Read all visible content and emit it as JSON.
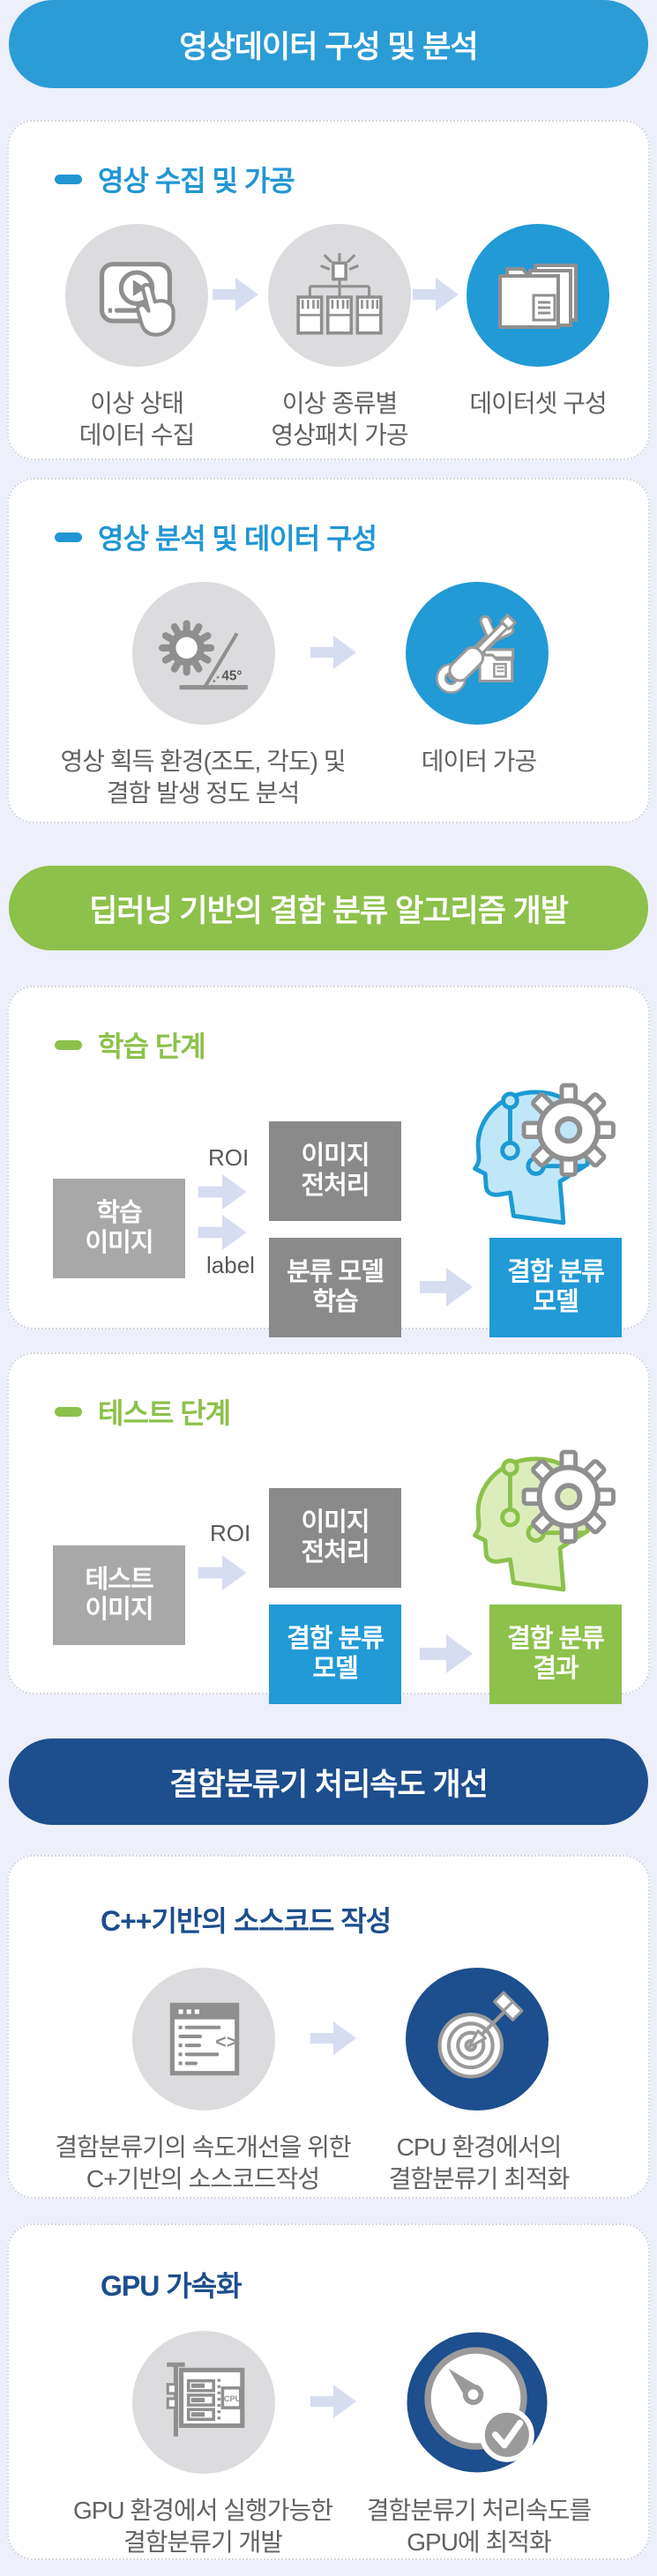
{
  "colors": {
    "blue": "#219ad6",
    "green": "#8cc14b",
    "navy": "#1d4e8d",
    "gray_circle": "#dcdcde",
    "background": "#edeffb"
  },
  "header1": {
    "label": "영상데이터 구성 및 분석"
  },
  "card_a1": {
    "title": "영상 수집 및 가공",
    "step1_label": "이상 상태\n데이터 수집",
    "step2_label": "이상 종류별\n영상패치 가공",
    "step3_label": "데이터셋 구성"
  },
  "card_a2": {
    "title": "영상 분석 및 데이터 구성",
    "step1_label": "영상 획득 환경(조도, 각도) 및\n결함 발생 정도 분석",
    "step2_label": "데이터 가공",
    "angle_text": "45°"
  },
  "header2": {
    "label": "딥러닝 기반의 결함 분류 알고리즘 개발"
  },
  "card_b1": {
    "title": "학습 단계",
    "input_box": "학습\n이미지",
    "roi_label": "ROI",
    "label_label": "label",
    "preprocess_box": "이미지\n전처리",
    "train_box": "분류 모델\n학습",
    "model_box": "결함 분류\n모델"
  },
  "card_b2": {
    "title": "테스트 단계",
    "input_box": "테스트\n이미지",
    "roi_label": "ROI",
    "preprocess_box": "이미지\n전처리",
    "model_box": "결함 분류\n모델",
    "result_box": "결함 분류\n결과"
  },
  "header3": {
    "label": "결함분류기 처리속도 개선"
  },
  "card_c1": {
    "title": "C++기반의 소스코드 작성",
    "code_symbol": "<>",
    "step1_label": "결함분류기의 속도개선을 위한\nC+기반의 소스코드작성",
    "step2_label": "CPU 환경에서의\n결함분류기 최적화"
  },
  "card_c2": {
    "title": "GPU 가속화",
    "chip_text": "CPU",
    "step1_label": "GPU 환경에서 실행가능한\n결함분류기 개발",
    "step2_label": "결함분류기 처리속도를\nGPU에 최적화"
  }
}
